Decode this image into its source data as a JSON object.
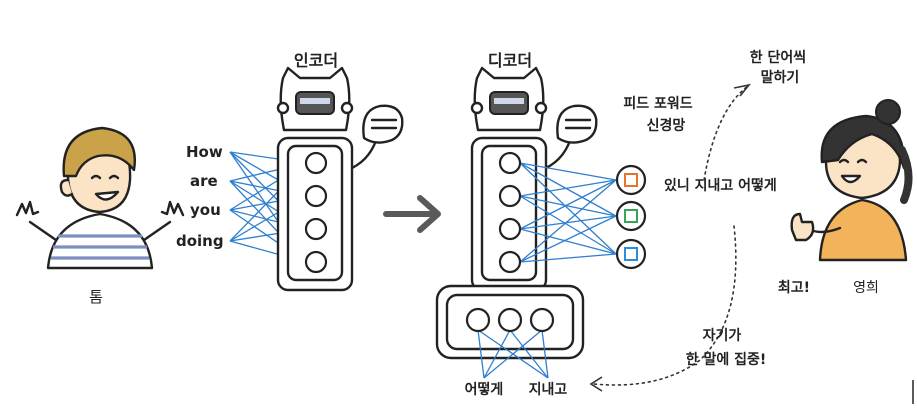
{
  "encoder_title": "인코더",
  "decoder_title": "디코더",
  "ffn_label": [
    "피드 포워드",
    "신경망"
  ],
  "input_words": [
    "How",
    "are",
    "you",
    "doing"
  ],
  "left_person": "톰",
  "right_person": "영희",
  "translated_output": "있니 지내고 어떻게",
  "word_by_word": [
    "한 단어씩",
    "말하기"
  ],
  "great_label": "최고!",
  "attention_note": [
    "자기가",
    "한 말에 집중!"
  ],
  "decoder_inputs": [
    "어떻게",
    "지내고"
  ],
  "colors": {
    "wire": "#2f7fd0",
    "out_orange": "#e8732a",
    "out_green": "#3aa35a",
    "out_blue": "#2a8fd8",
    "skin": "#fbe3c6",
    "hair_tom": "#c9a24a",
    "stripe": "#7d8fc0",
    "shirt_yh": "#f2b35a",
    "soft_text": "#9a9a9a"
  }
}
